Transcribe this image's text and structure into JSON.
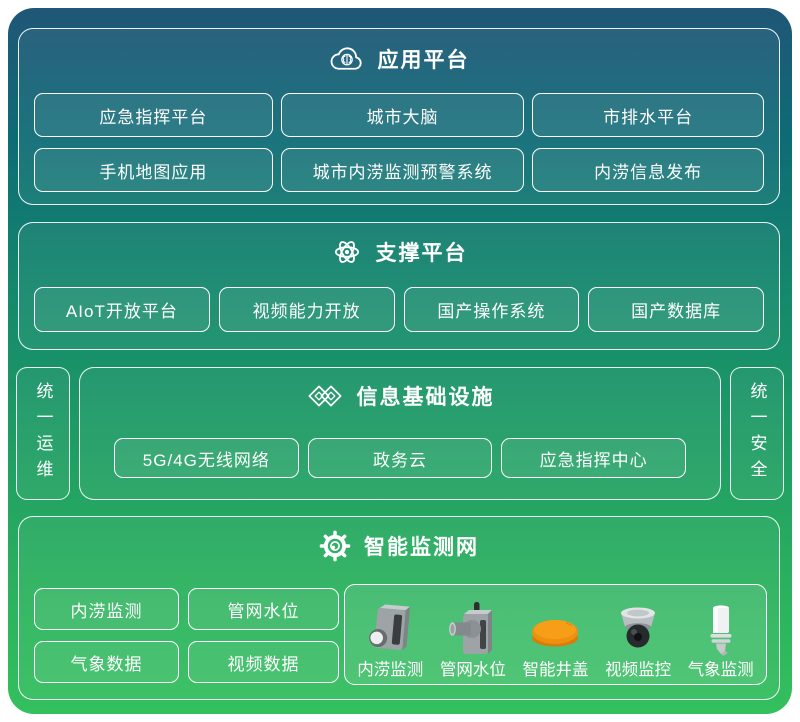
{
  "colors": {
    "bg_top": "#205677",
    "bg_mid": "#14886c",
    "bg_bottom": "#33c05e",
    "box_border": "#ffffff",
    "text": "#ffffff",
    "manhole_orange": "#f0920f",
    "device_gray": "#9da3a6"
  },
  "sections": {
    "app": {
      "title": "应用平台",
      "icon": "cloud-ai-icon",
      "buttons": [
        "应急指挥平台",
        "城市大脑",
        "市排水平台",
        "手机地图应用",
        "城市内涝监测预警系统",
        "内涝信息发布"
      ]
    },
    "support": {
      "title": "支撑平台",
      "icon": "atom-icon",
      "buttons": [
        "AIoT开放平台",
        "视频能力开放",
        "国产操作系统",
        "国产数据库"
      ]
    },
    "infra": {
      "title": "信息基础设施",
      "icon": "linked-diamonds-icon",
      "left_bar": "统一运维",
      "right_bar": "统一安全",
      "buttons": [
        "5G/4G无线网络",
        "政务云",
        "应急指挥中心"
      ]
    },
    "monitor": {
      "title": "智能监测网",
      "icon": "gear-icon",
      "buttons": [
        "内涝监测",
        "管网水位",
        "气象数据",
        "视频数据"
      ],
      "devices": [
        {
          "icon": "flood-sensor-icon",
          "label": "内涝监测"
        },
        {
          "icon": "pipe-level-sensor-icon",
          "label": "管网水位"
        },
        {
          "icon": "smart-manhole-icon",
          "label": "智能井盖"
        },
        {
          "icon": "dome-camera-icon",
          "label": "视频监控"
        },
        {
          "icon": "weather-sensor-icon",
          "label": "气象监测"
        }
      ]
    }
  }
}
